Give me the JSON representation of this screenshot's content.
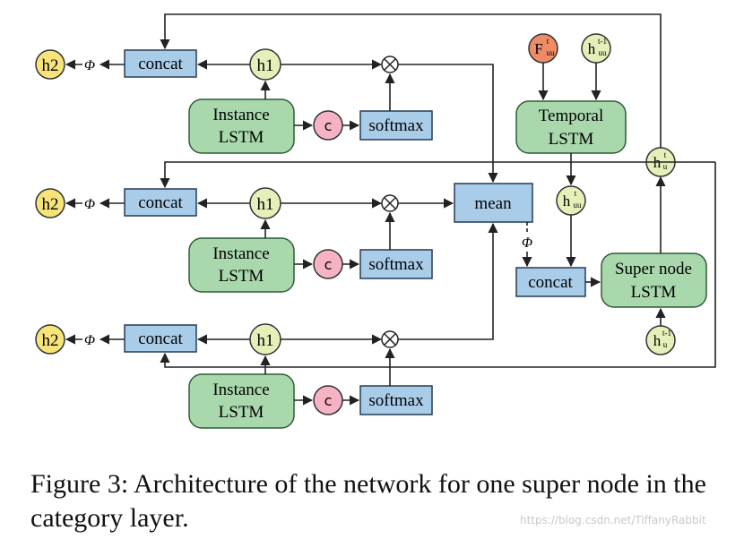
{
  "colors": {
    "line": "#222222",
    "lstm_fill": "#a9d8ad",
    "lstm_stroke": "#2d5b33",
    "blue_fill": "#a9cde9",
    "blue_stroke": "#253a55",
    "h_fill": "#e4efb9",
    "h2_fill": "#f6e47a",
    "c_fill": "#f6b3c4",
    "f_fill": "#ee8c67"
  },
  "labels": {
    "concat": "concat",
    "softmax": "softmax",
    "mean": "mean",
    "instance_l1": "Instance",
    "instance_l2": "LSTM",
    "temporal_l1": "Temporal",
    "temporal_l2": "LSTM",
    "super_l1": "Super node",
    "super_l2": "LSTM",
    "h1": "h1",
    "h2": "h2",
    "c": "c",
    "phi": "Φ",
    "otimes": "⊗",
    "h_base": "h",
    "F_base": "F",
    "sup_t": "t",
    "sup_tm1": "t-1",
    "sub_uu": "uu",
    "sub_u": "u"
  },
  "caption": "Figure 3: Architecture of the network for one super node in the category layer.",
  "watermark": "https://blog.csdn.net/TiffanyRabbit"
}
